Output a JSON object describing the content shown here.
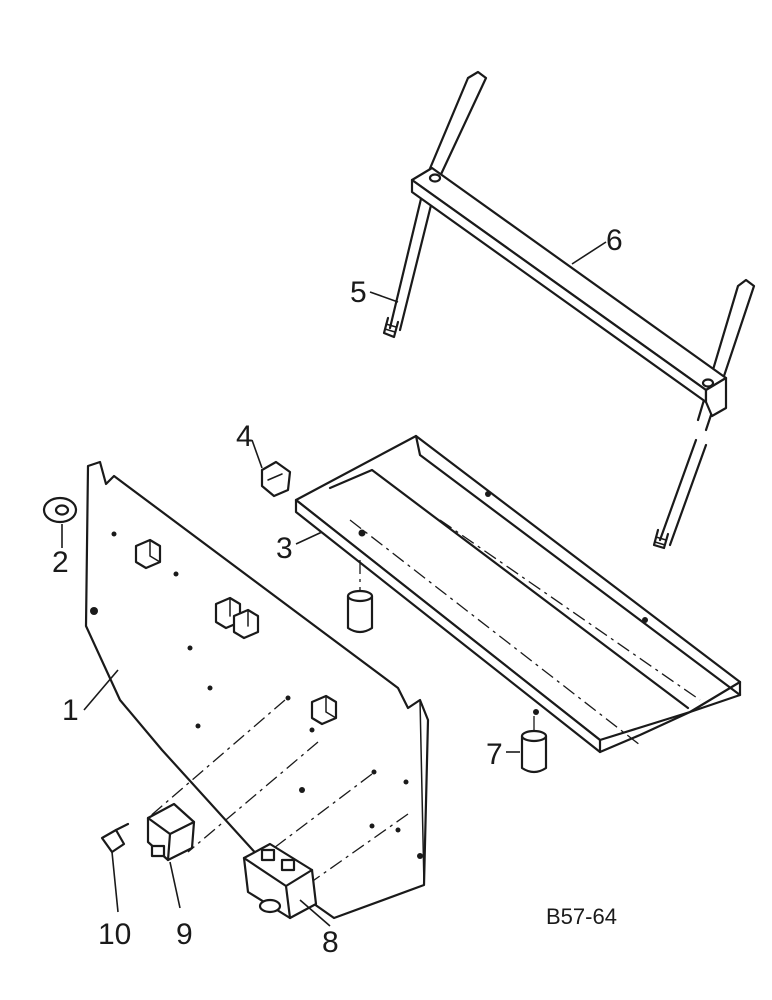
{
  "diagram": {
    "drawing_code": "B57-64",
    "callouts": [
      {
        "id": "1",
        "text": "1"
      },
      {
        "id": "2",
        "text": "2"
      },
      {
        "id": "3",
        "text": "3"
      },
      {
        "id": "4",
        "text": "4"
      },
      {
        "id": "5",
        "text": "5"
      },
      {
        "id": "6",
        "text": "6"
      },
      {
        "id": "7",
        "text": "7"
      },
      {
        "id": "8",
        "text": "8"
      },
      {
        "id": "9",
        "text": "9"
      },
      {
        "id": "10",
        "text": "10"
      }
    ]
  }
}
